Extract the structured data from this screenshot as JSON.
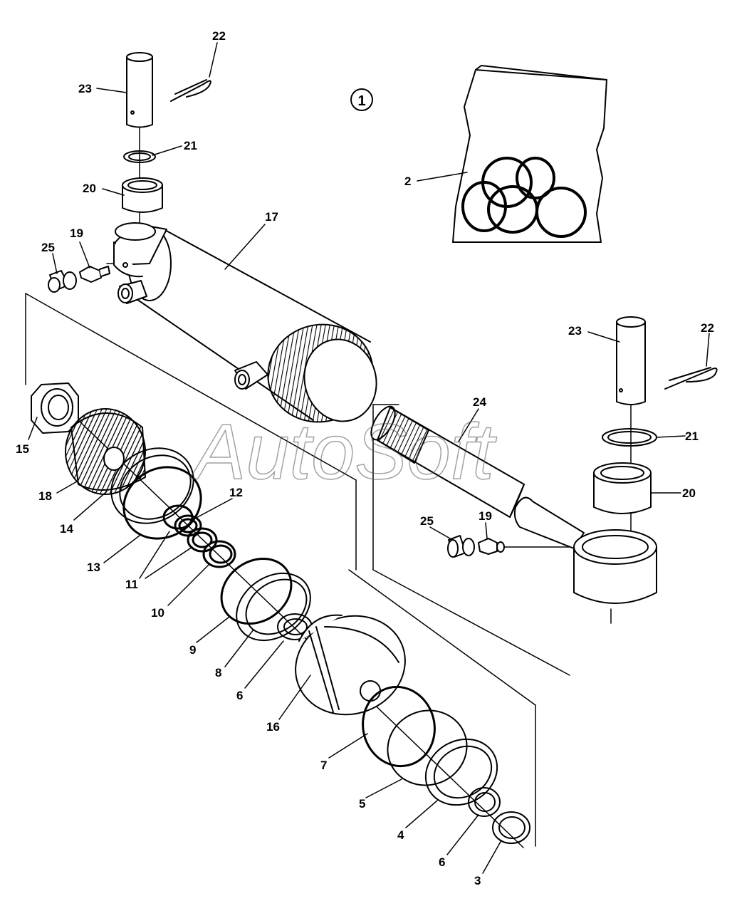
{
  "diagram": {
    "assembly_number": "1",
    "watermark": "AutoSoft",
    "callouts": {
      "c22a": "22",
      "c23a": "23",
      "c21a": "21",
      "c20a": "20",
      "c19a": "19",
      "c25a": "25",
      "c17": "17",
      "c2": "2",
      "c23b": "23",
      "c22b": "22",
      "c24": "24",
      "c21b": "21",
      "c20b": "20",
      "c25b": "25",
      "c19b": "19",
      "c15": "15",
      "c18": "18",
      "c14": "14",
      "c13": "13",
      "c12": "12",
      "c11": "11",
      "c10": "10",
      "c9": "9",
      "c8": "8",
      "c6a": "6",
      "c16": "16",
      "c7": "7",
      "c5": "5",
      "c4": "4",
      "c6b": "6",
      "c3": "3"
    }
  }
}
